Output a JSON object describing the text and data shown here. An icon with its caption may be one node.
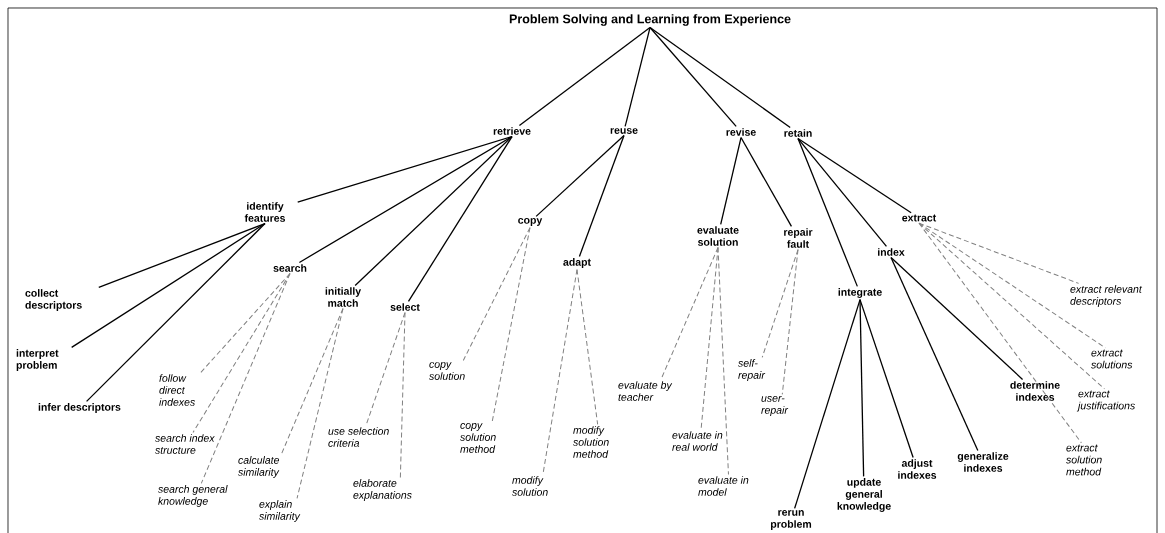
{
  "diagram": {
    "nodes": [
      {
        "text": [
          "Problem Solving and Learning from Experience"
        ]
      },
      {
        "text": [
          "retrieve"
        ]
      },
      {
        "text": [
          "reuse"
        ]
      },
      {
        "text": [
          "revise"
        ]
      },
      {
        "text": [
          "retain"
        ]
      },
      {
        "text": [
          "identify features"
        ]
      },
      {
        "text": [
          "search"
        ]
      },
      {
        "text": [
          "initially match"
        ]
      },
      {
        "text": [
          "select"
        ]
      },
      {
        "text": [
          "collect descriptors"
        ]
      },
      {
        "text": [
          "interpret problem"
        ]
      },
      {
        "text": [
          "infer descriptors"
        ]
      },
      {
        "text": [
          "follow direct indexes"
        ]
      },
      {
        "text": [
          "search index structure"
        ]
      },
      {
        "text": [
          "search general knowledge"
        ]
      },
      {
        "text": [
          "calculate similarity"
        ]
      },
      {
        "text": [
          "explain similarity"
        ]
      },
      {
        "text": [
          "use selection criteria"
        ]
      },
      {
        "text": [
          "elaborate explanations"
        ]
      },
      {
        "text": [
          "copy"
        ]
      },
      {
        "text": [
          "adapt"
        ]
      },
      {
        "text": [
          "copy solution"
        ]
      },
      {
        "text": [
          "copy solution method"
        ]
      },
      {
        "text": [
          "modify solution"
        ]
      },
      {
        "text": [
          "modify solution method"
        ]
      },
      {
        "text": [
          "evaluate solution"
        ]
      },
      {
        "text": [
          "repair fault"
        ]
      },
      {
        "text": [
          "evaluate by teacher"
        ]
      },
      {
        "text": [
          "evaluate in real world"
        ]
      },
      {
        "text": [
          "evaluate in model"
        ]
      },
      {
        "text": [
          "self-repair"
        ]
      },
      {
        "text": [
          "user-repair"
        ]
      },
      {
        "text": [
          "extract"
        ]
      },
      {
        "text": [
          "index"
        ]
      },
      {
        "text": [
          "integrate"
        ]
      },
      {
        "text": [
          "rerun problem"
        ]
      },
      {
        "text": [
          "update general knowledge"
        ]
      },
      {
        "text": [
          "adjust indexes"
        ]
      },
      {
        "text": [
          "determine indexes"
        ]
      },
      {
        "text": [
          "generalize indexes"
        ]
      },
      {
        "text": [
          "extract relevant descriptors"
        ]
      },
      {
        "text": [
          "extract solutions"
        ]
      },
      {
        "text": [
          "extract justifications"
        ]
      },
      {
        "text": [
          "extract solution method"
        ]
      }
    ],
    "edges": [
      {
        "from": 0,
        "to": 1,
        "arrow": "none"
      },
      {
        "from": 0,
        "to": 2,
        "arrow": "none"
      },
      {
        "from": 0,
        "to": 3,
        "arrow": "none"
      },
      {
        "from": 0,
        "to": 4,
        "arrow": "none"
      },
      {
        "from": 1,
        "to": 5,
        "arrow": "none"
      },
      {
        "from": 1,
        "to": 6,
        "arrow": "none"
      },
      {
        "from": 1,
        "to": 7,
        "arrow": "none"
      },
      {
        "from": 1,
        "to": 8,
        "arrow": "none"
      },
      {
        "from": 5,
        "to": 9,
        "arrow": "none"
      },
      {
        "from": 5,
        "to": 10,
        "arrow": "none"
      },
      {
        "from": 5,
        "to": 11,
        "arrow": "none"
      },
      {
        "from": 6,
        "to": 12,
        "arrow": "none",
        "style": "dashed",
        "color": "#808080"
      },
      {
        "from": 6,
        "to": 13,
        "arrow": "none",
        "style": "dashed",
        "color": "#808080"
      },
      {
        "from": 6,
        "to": 14,
        "arrow": "none",
        "style": "dashed",
        "color": "#808080"
      },
      {
        "from": 7,
        "to": 15,
        "arrow": "none",
        "style": "dashed",
        "color": "#808080"
      },
      {
        "from": 7,
        "to": 16,
        "arrow": "none",
        "style": "dashed",
        "color": "#808080"
      },
      {
        "from": 8,
        "to": 17,
        "arrow": "none",
        "style": "dashed",
        "color": "#808080"
      },
      {
        "from": 8,
        "to": 18,
        "arrow": "none",
        "style": "dashed",
        "color": "#808080"
      },
      {
        "from": 2,
        "to": 19,
        "arrow": "none"
      },
      {
        "from": 2,
        "to": 20,
        "arrow": "none"
      },
      {
        "from": 19,
        "to": 21,
        "arrow": "none",
        "style": "dashed",
        "color": "#808080"
      },
      {
        "from": 19,
        "to": 22,
        "arrow": "none",
        "style": "dashed",
        "color": "#808080"
      },
      {
        "from": 20,
        "to": 23,
        "arrow": "none",
        "style": "dashed",
        "color": "#808080"
      },
      {
        "from": 20,
        "to": 24,
        "arrow": "none",
        "style": "dashed",
        "color": "#808080"
      },
      {
        "from": 3,
        "to": 25,
        "arrow": "none"
      },
      {
        "from": 3,
        "to": 26,
        "arrow": "none"
      },
      {
        "from": 25,
        "to": 27,
        "arrow": "none",
        "style": "dashed",
        "color": "#808080"
      },
      {
        "from": 25,
        "to": 28,
        "arrow": "none",
        "style": "dashed",
        "color": "#808080"
      },
      {
        "from": 25,
        "to": 29,
        "arrow": "none",
        "style": "dashed",
        "color": "#808080"
      },
      {
        "from": 26,
        "to": 30,
        "arrow": "none",
        "style": "dashed",
        "color": "#808080"
      },
      {
        "from": 26,
        "to": 31,
        "arrow": "none",
        "style": "dashed",
        "color": "#808080"
      },
      {
        "from": 4,
        "to": 34,
        "arrow": "none"
      },
      {
        "from": 4,
        "to": 33,
        "arrow": "none"
      },
      {
        "from": 4,
        "to": 32,
        "arrow": "none"
      },
      {
        "from": 34,
        "to": 35,
        "arrow": "none"
      },
      {
        "from": 34,
        "to": 36,
        "arrow": "none"
      },
      {
        "from": 34,
        "to": 37,
        "arrow": "none"
      },
      {
        "from": 33,
        "to": 39,
        "arrow": "none"
      },
      {
        "from": 33,
        "to": 38,
        "arrow": "none"
      },
      {
        "from": 32,
        "to": 40,
        "arrow": "none",
        "style": "dashed",
        "color": "#808080"
      },
      {
        "from": 32,
        "to": 41,
        "arrow": "none",
        "style": "dashed",
        "color": "#808080"
      },
      {
        "from": 32,
        "to": 42,
        "arrow": "none",
        "style": "dashed",
        "color": "#808080"
      },
      {
        "from": 32,
        "to": 43,
        "arrow": "none",
        "style": "dashed",
        "color": "#808080"
      }
    ]
  }
}
